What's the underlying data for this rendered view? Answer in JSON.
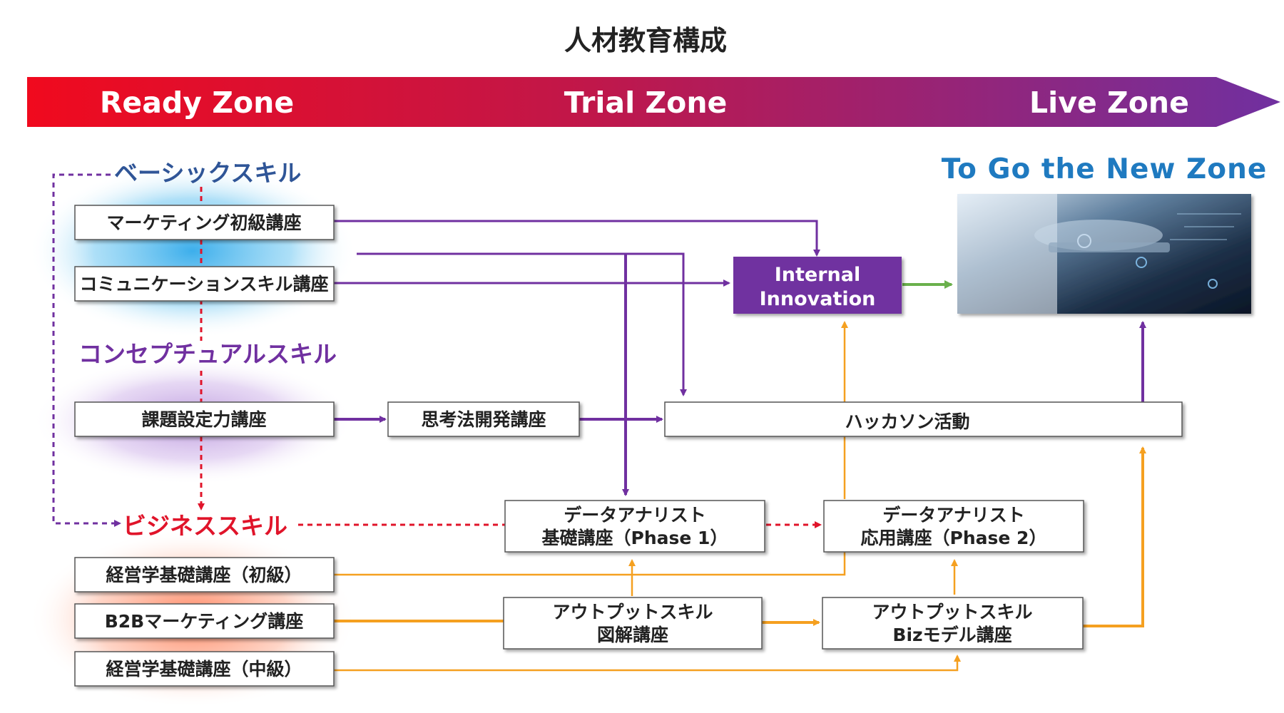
{
  "title": "人材教育構成",
  "zones": {
    "ready": "Ready Zone",
    "trial": "Trial Zone",
    "live": "Live Zone"
  },
  "categories": {
    "basic": "ベーシックスキル",
    "conceptual": "コンセプチュアルスキル",
    "business": "ビジネススキル"
  },
  "new_zone": "To Go the New Zone",
  "boxes": {
    "marketing_basic": "マーケティング初級講座",
    "communication": "コミュニケーションスキル講座",
    "problem_setting": "課題設定力講座",
    "thinking_method": "思考法開発講座",
    "hackathon": "ハッカソン活動",
    "data_analyst_1": [
      "データアナリスト",
      "基礎講座（Phase 1）"
    ],
    "data_analyst_2": [
      "データアナリスト",
      "応用講座（Phase 2）"
    ],
    "mgmt_basic_beginner": "経営学基礎講座（初級）",
    "b2b_marketing": "B2Bマーケティング講座",
    "mgmt_basic_intermediate": "経営学基礎講座（中級）",
    "output_diagram": [
      "アウトプットスキル",
      "図解講座"
    ],
    "output_biz": [
      "アウトプットスキル",
      "Bizモデル講座"
    ],
    "internal_innovation": [
      "Internal",
      "Innovation"
    ]
  },
  "colors": {
    "zone_start": "#f00a1e",
    "zone_mid": "#b0175a",
    "zone_end": "#7030a0",
    "purple": "#7030a0",
    "orange": "#f5a020",
    "red": "#e0142a",
    "green": "#6ab04c",
    "blue": "#1f7ac0"
  }
}
